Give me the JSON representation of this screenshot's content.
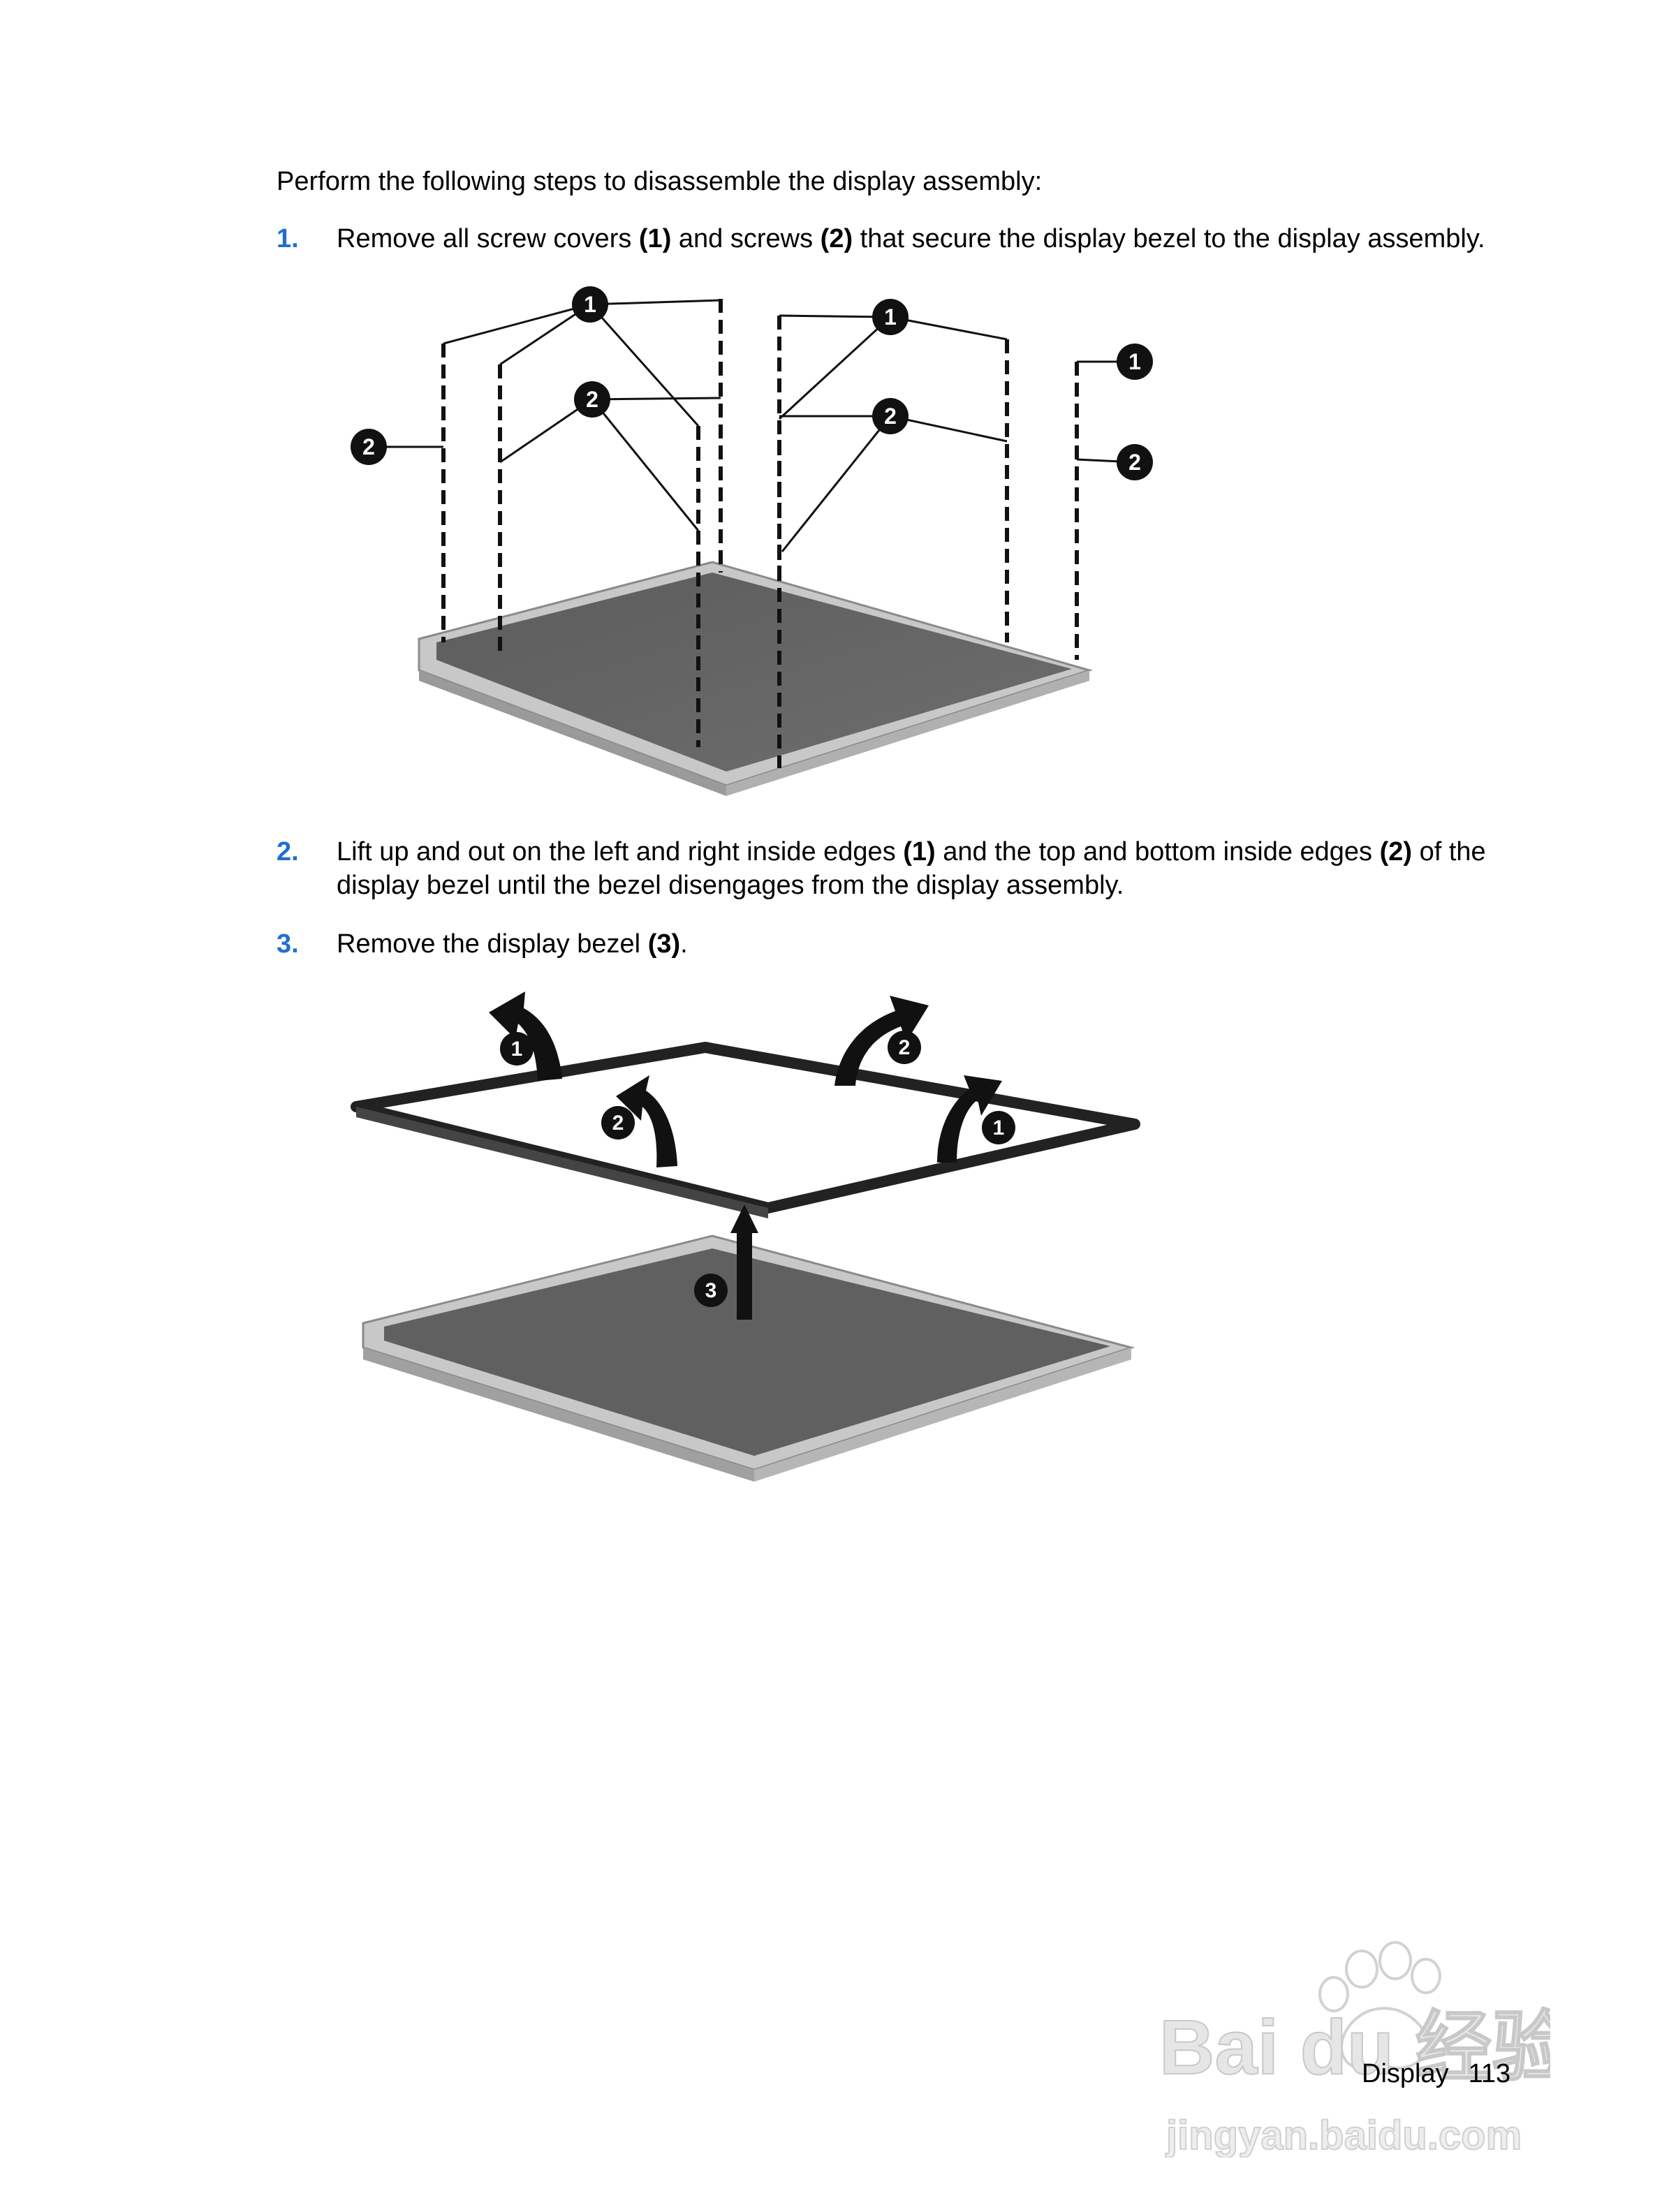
{
  "intro": "Perform the following steps to disassemble the display assembly:",
  "steps": [
    {
      "number": "1.",
      "parts": [
        "Remove all screw covers ",
        "(1)",
        " and screws ",
        "(2)",
        " that secure the display bezel to the display assembly."
      ]
    },
    {
      "number": "2.",
      "parts": [
        "Lift up and out on the left and right inside edges ",
        "(1)",
        " and the top and bottom inside edges ",
        "(2)",
        " of the display bezel until the bezel disengages from the display assembly."
      ]
    },
    {
      "number": "3.",
      "parts": [
        "Remove the display bezel ",
        "(3)",
        "."
      ]
    }
  ],
  "figure1_callouts": [
    "1",
    "2"
  ],
  "figure2_callouts": [
    "1",
    "2",
    "3"
  ],
  "footer": {
    "section": "Display",
    "page": "113"
  },
  "watermark": {
    "brand": "Bai du 经验",
    "url": "jingyan.baidu.com"
  },
  "colors": {
    "step_number": "#1f6fd1",
    "text": "#000000"
  }
}
